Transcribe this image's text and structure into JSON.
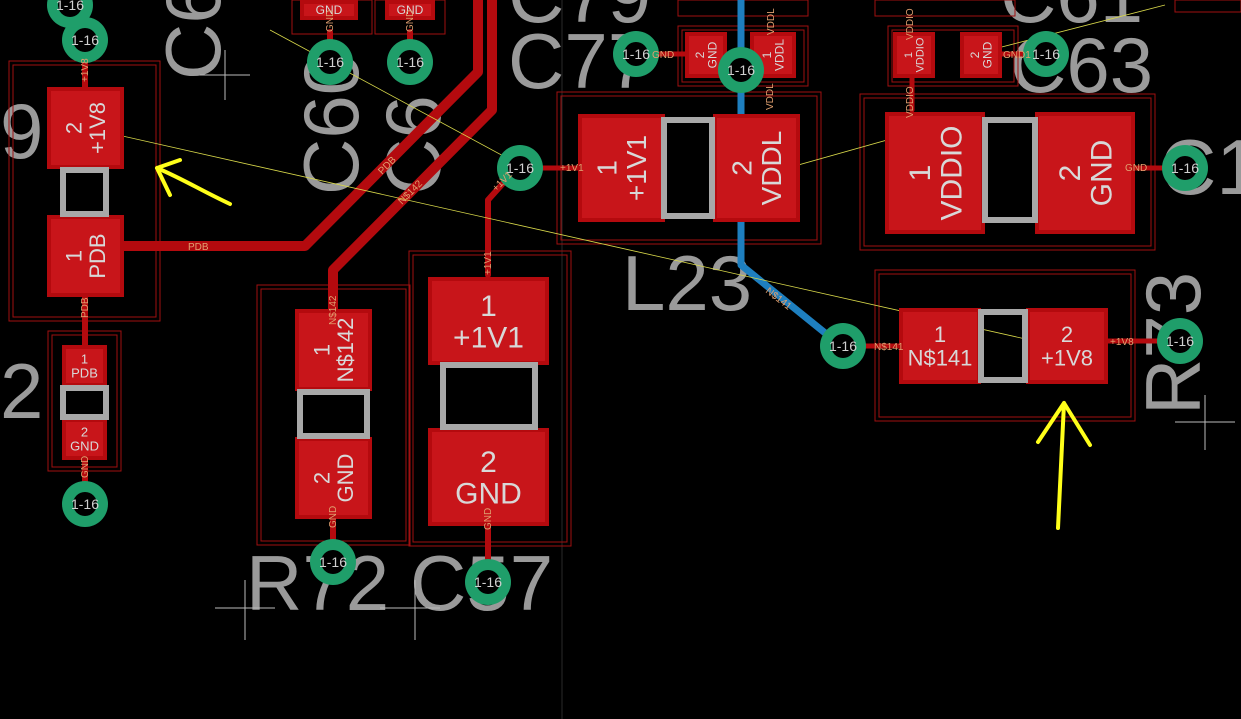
{
  "colors": {
    "background": "#000000",
    "copper_top": "#b40a0e",
    "copper_pad": "#c8151a",
    "copper_bottom": "#1e7fbf",
    "via_ring": "#1f9e6a",
    "outline": "#a01010",
    "silk": "#9a9a9a",
    "airwire": "#d8d84a",
    "annotation": "#ffff1a"
  },
  "via_label": "1-16",
  "components": {
    "c60": "C60",
    "c6x": "C6",
    "c77": "C77",
    "c63": "C63",
    "c1_partial": "C1",
    "c79_partial": "C79",
    "c61_partial": "C61",
    "l23": "L23",
    "r72": "R72",
    "c57": "C57",
    "r73": "R73",
    "edge_9": "9",
    "edge_2": "2"
  },
  "pads": {
    "left_top": {
      "num": "2",
      "net": "+1V8"
    },
    "left_bot": {
      "num": "1",
      "net": "PDB"
    },
    "small_top": {
      "num": "1",
      "net": "PDB"
    },
    "small_bot": {
      "num": "2",
      "net": "GND"
    },
    "r72_top": {
      "num": "1",
      "net": "N$142"
    },
    "r72_bot": {
      "num": "2",
      "net": "GND"
    },
    "c57_top": {
      "num": "1",
      "net": "+1V1"
    },
    "c57_bot": {
      "num": "2",
      "net": "GND"
    },
    "l23_left": {
      "num": "1",
      "net": "+1V1"
    },
    "l23_right": {
      "num": "2",
      "net": "VDDL"
    },
    "c63_left": {
      "num": "1",
      "net": "VDDIO"
    },
    "c63_right": {
      "num": "2",
      "net": "GND"
    },
    "r73_left": {
      "num": "1",
      "net": "N$141"
    },
    "r73_right": {
      "num": "2",
      "net": "+1V8"
    },
    "top_gnd_a": {
      "net": "GND"
    },
    "top_gnd_b": {
      "net": "GND"
    },
    "c77_left": {
      "num": "2",
      "net": "GND"
    },
    "c77_right": {
      "num": "1",
      "net": "VDDL"
    },
    "top_vddio": {
      "num": "1",
      "net": "VDDIO"
    },
    "top_gnd_c": {
      "num": "2",
      "net": "GND"
    }
  },
  "nets": {
    "pdb": "PDB",
    "p1v8": "+1V8",
    "p1v1": "+1V1",
    "gnd": "GND",
    "n142": "N$142",
    "n141": "N$141",
    "vddl": "VDDL",
    "vddio": "VDDIO",
    "gnd1": "GND1"
  }
}
